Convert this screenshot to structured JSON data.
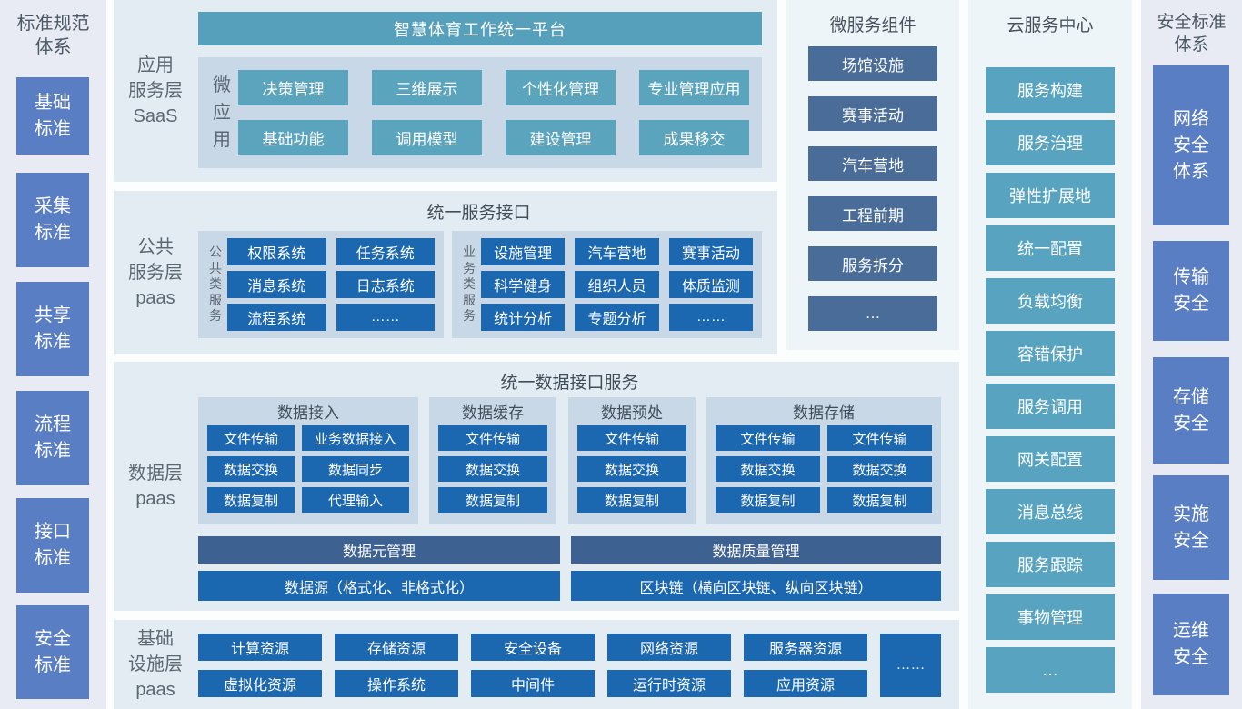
{
  "colors": {
    "teal_accent": "#57a0bb",
    "blue_accent": "#1b67b0",
    "slate_accent": "#3d6291",
    "microservice_accent": "#4a6c98",
    "periwinkle_accent": "#5a7ec3",
    "panel_bg": "#e2ecf2",
    "inner_panel_bg": "#c9d8e6",
    "side_bg": "#e8ebf3",
    "stack_bg": "#eef5f8"
  },
  "left_panel": {
    "title": "标准规范\n体系",
    "items": [
      "基础\n标准",
      "采集\n标准",
      "共享\n标准",
      "流程\n标准",
      "接口\n标准",
      "安全\n标准"
    ]
  },
  "app_layer": {
    "label": "应用\n服务层\nSaaS",
    "platform_title": "智慧体育工作统一平台",
    "micro_app_label": "微\n应\n用",
    "apps": [
      "决策管理",
      "三维展示",
      "个性化管理",
      "专业管理应用",
      "基础功能",
      "调用模型",
      "建设管理",
      "成果移交"
    ]
  },
  "public_layer": {
    "label": "公共\n服务层\npaas",
    "title": "统一服务接口",
    "public_group": {
      "label": "公\n共\n类\n服\n务",
      "items": [
        "权限系统",
        "任务系统",
        "消息系统",
        "日志系统",
        "流程系统",
        "……"
      ]
    },
    "business_group": {
      "label": "业\n务\n类\n服\n务",
      "items": [
        "设施管理",
        "汽车营地",
        "赛事活动",
        "科学健身",
        "组织人员",
        "体质监测",
        "统计分析",
        "专题分析",
        "……"
      ]
    }
  },
  "data_layer": {
    "label": "数据层\npaas",
    "title": "统一数据接口服务",
    "groups": [
      {
        "title": "数据接入",
        "items": [
          "文件传输",
          "业务数据接入",
          "数据交换",
          "数据同步",
          "数据复制",
          "代理输入"
        ]
      },
      {
        "title": "数据缓存",
        "items": [
          "文件传输",
          "数据交换",
          "数据复制"
        ]
      },
      {
        "title": "数据预处",
        "items": [
          "文件传输",
          "数据交换",
          "数据复制"
        ]
      },
      {
        "title": "数据存储",
        "items": [
          "文件传输",
          "文件传输",
          "数据交换",
          "数据交换",
          "数据复制",
          "数据复制"
        ]
      }
    ],
    "management_bars": [
      "数据元管理",
      "数据质量管理"
    ],
    "source_bars": [
      "数据源（格式化、非格式化）",
      "区块链（横向区块链、纵向区块链）"
    ]
  },
  "infra_layer": {
    "label": "基础\n设施层\npaas",
    "row1": [
      "计算资源",
      "存储资源",
      "安全设备",
      "网络资源",
      "服务器资源"
    ],
    "row2": [
      "虚拟化资源",
      "操作系统",
      "中间件",
      "运行时资源",
      "应用资源"
    ],
    "more": "……"
  },
  "microservices": {
    "title": "微服务组件",
    "items": [
      "场馆设施",
      "赛事活动",
      "汽车营地",
      "工程前期",
      "服务拆分",
      "…"
    ]
  },
  "cloud_center": {
    "title": "云服务中心",
    "items": [
      "服务构建",
      "服务治理",
      "弹性扩展地",
      "统一配置",
      "负载均衡",
      "容错保护",
      "服务调用",
      "网关配置",
      "消息总线",
      "服务跟踪",
      "事物管理",
      "…"
    ]
  },
  "security_panel": {
    "title": "安全标准\n体系",
    "items": [
      "网络\n安全\n体系",
      "传输\n安全",
      "存储\n安全",
      "实施\n安全",
      "运维\n安全"
    ]
  }
}
